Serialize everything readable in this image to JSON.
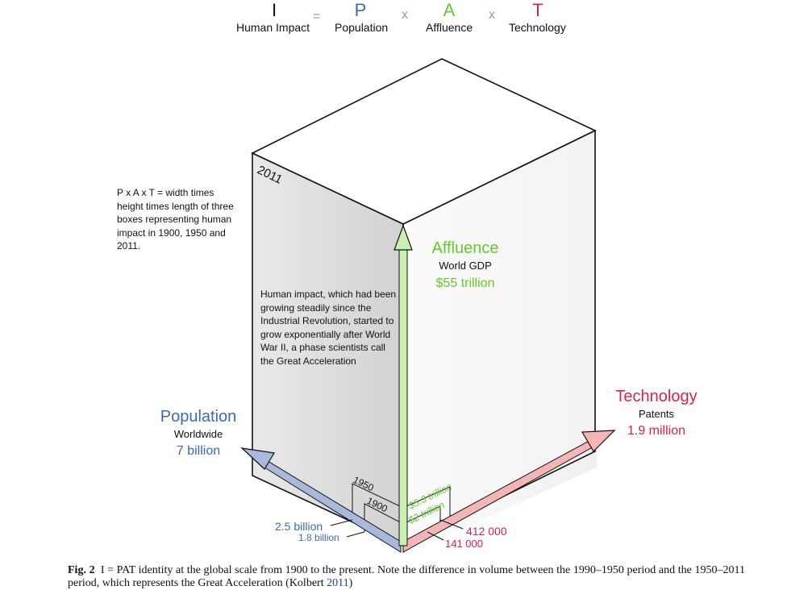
{
  "equation": {
    "terms": [
      {
        "letter": "I",
        "label": "Human Impact",
        "color": "#111111"
      },
      {
        "letter": "P",
        "label": "Population",
        "color": "#3a6ab4"
      },
      {
        "letter": "A",
        "label": "Affluence",
        "color": "#5fcc2a"
      },
      {
        "letter": "T",
        "label": "Technology",
        "color": "#e0204a"
      }
    ],
    "operators": [
      "=",
      "x",
      "x"
    ]
  },
  "notes": {
    "volume_note": "P x A x T = width times height times length of three boxes representing human impact in 1900, 1950 and 2011.",
    "acceleration_note": "Human impact, which had been growing steadily since the Industrial Revolution, started to grow exponentially after World War II, a phase scientists call the  Great Acceleration"
  },
  "boxes": {
    "label_2011": "2011",
    "label_1950": "1950",
    "label_1900": "1900"
  },
  "axes": {
    "affluence": {
      "title": "Affluence",
      "subtitle": "World GDP",
      "value": "$55 trillion",
      "color": "#5fcc2a"
    },
    "population": {
      "title": "Population",
      "subtitle": "Worldwide",
      "value": "7 billion",
      "color": "#3a6ab4"
    },
    "technology": {
      "title": "Technology",
      "subtitle": "Patents",
      "value": "1.9 million",
      "color": "#e0204a"
    }
  },
  "small_values": {
    "pop_1950": "2.5 billion",
    "pop_1900": "1.8 billion",
    "gdp_1950": "$5.3 trillion",
    "gdp_1900": "$2 trillion",
    "tech_1950": "412 000",
    "tech_1900": "141 000"
  },
  "caption": {
    "label": "Fig. 2",
    "text": "I = PAT identity at the global scale from 1900 to the present. Note the difference in volume between the 1990–1950 period and the 1950–2011 period, which represents the Great Acceleration (Kolbert ",
    "citation": "2011",
    "end": ")"
  }
}
